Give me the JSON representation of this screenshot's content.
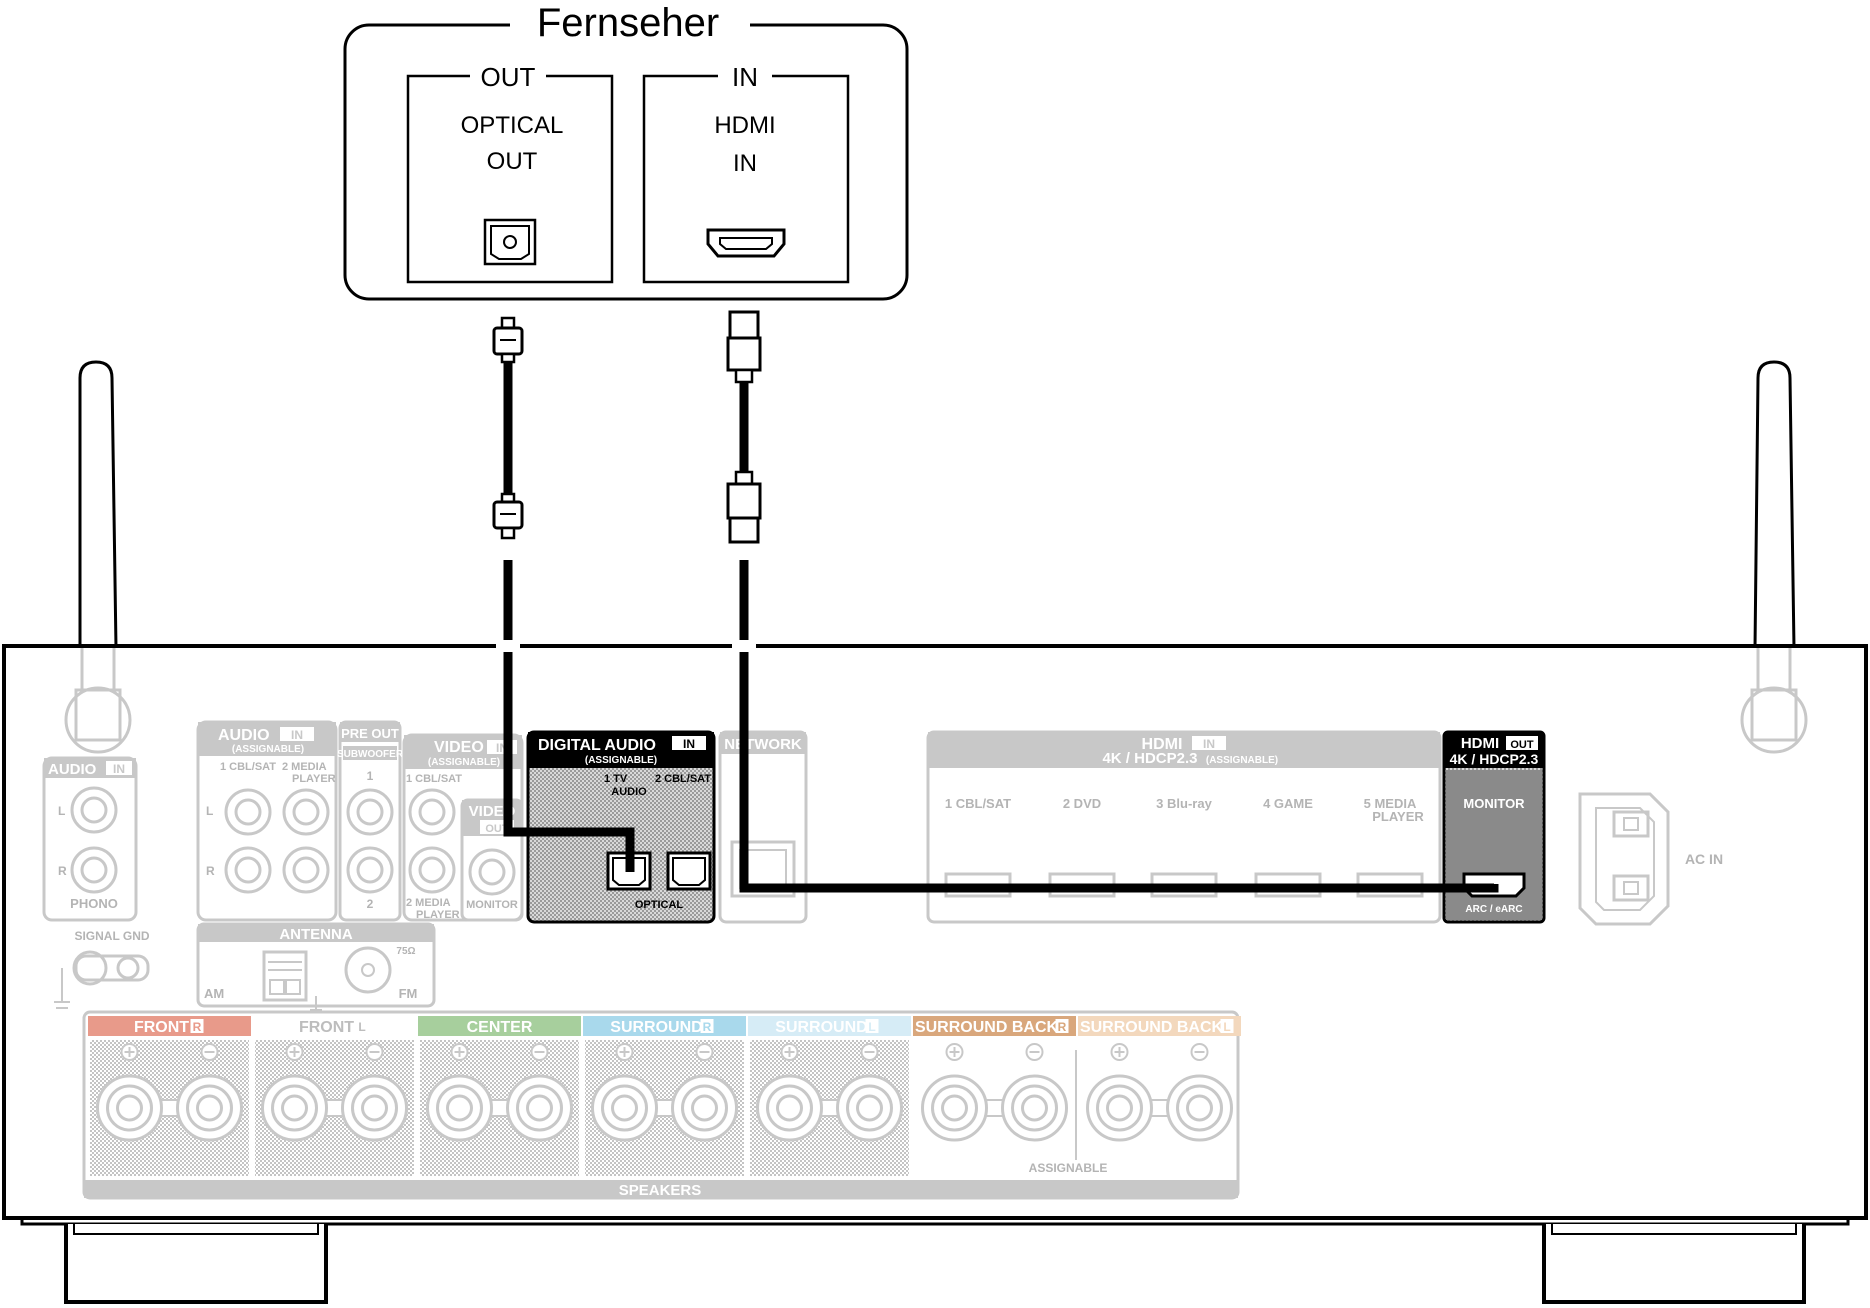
{
  "tv": {
    "title": "Fernseher",
    "out_header": "OUT",
    "out_port_line1": "OPTICAL",
    "out_port_line2": "OUT",
    "in_header": "IN",
    "in_port_line1": "HDMI",
    "in_port_line2": "IN"
  },
  "receiver": {
    "audio_in_phono": {
      "title": "AUDIO",
      "badge": "IN",
      "l": "L",
      "r": "R",
      "bottom": "PHONO"
    },
    "signal_gnd": "SIGNAL GND",
    "audio_in_assignable": {
      "title": "AUDIO",
      "badge": "IN",
      "sub": "(ASSIGNABLE)",
      "in1": "1 CBL/SAT",
      "in2": "2  MEDIA",
      "in2b": "PLAYER",
      "l": "L",
      "r": "R"
    },
    "pre_out": {
      "title": "PRE OUT",
      "sub": "SUBWOOFER",
      "n1": "1",
      "n2": "2"
    },
    "video_in": {
      "title": "VIDEO",
      "badge": "IN",
      "sub": "(ASSIGNABLE)",
      "in1": "1 CBL/SAT",
      "in2": "2  MEDIA",
      "in2b": "PLAYER"
    },
    "video_out": {
      "title": "VIDEO",
      "badge": "OUT",
      "monitor": "MONITOR"
    },
    "digital_audio": {
      "title": "DIGITAL AUDIO",
      "badge": "IN",
      "sub": "(ASSIGNABLE)",
      "in1": "1   TV",
      "in1b": "AUDIO",
      "in2": "2 CBL/SAT",
      "optical": "OPTICAL"
    },
    "network": {
      "title": "NETWORK"
    },
    "hdmi_in": {
      "title": "HDMI",
      "badge": "IN",
      "sub": "4K / HDCP2.3",
      "sub2": "(ASSIGNABLE)",
      "ports": [
        "1  CBL/SAT",
        "2  DVD",
        "3  Blu-ray",
        "4  GAME",
        "5  MEDIA"
      ],
      "port5b": "PLAYER"
    },
    "hdmi_out": {
      "title": "HDMI",
      "badge": "OUT",
      "sub": "4K / HDCP2.3",
      "monitor": "MONITOR",
      "arc": "ARC / eARC"
    },
    "ac_in": "AC IN",
    "antenna": {
      "title": "ANTENNA",
      "am": "AM",
      "fm": "FM",
      "ohm": "75Ω"
    },
    "speakers": {
      "label": "SPEAKERS",
      "assignable": "ASSIGNABLE",
      "groups": [
        {
          "name": "FRONT",
          "side": "R",
          "color": "#e89a8a"
        },
        {
          "name": "FRONT",
          "side": "L",
          "color": "#ffffff"
        },
        {
          "name": "CENTER",
          "side": "",
          "color": "#a7cf9d"
        },
        {
          "name": "SURROUND",
          "side": "R",
          "color": "#a9d9ec"
        },
        {
          "name": "SURROUND",
          "side": "L",
          "color": "#d6ecf6"
        },
        {
          "name": "SURROUND BACK",
          "side": "R",
          "color": "#d9a77c"
        },
        {
          "name": "SURROUND BACK",
          "side": "L",
          "color": "#f3d8bd"
        }
      ]
    }
  }
}
